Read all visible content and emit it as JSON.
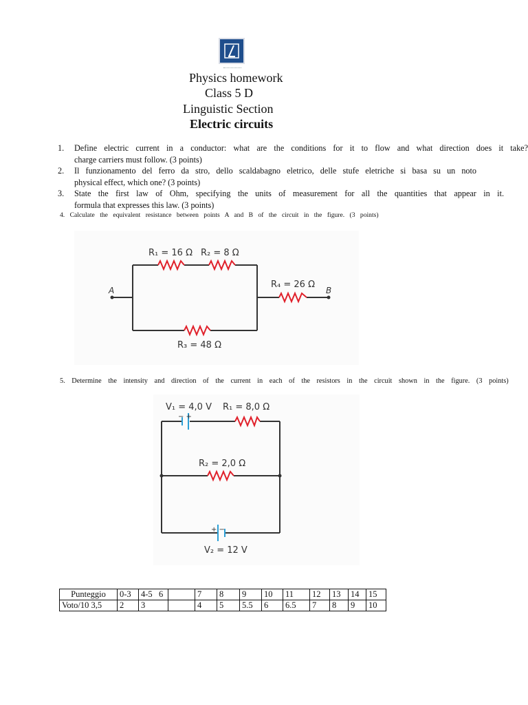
{
  "header": {
    "line1": "Physics homework",
    "line2": "Class 5 D",
    "line3": "Linguistic Section",
    "line4": "Electric circuits"
  },
  "questions": [
    {
      "num": "1.",
      "line1": "Define electric current in a conductor: what are the conditions for it to flow and what direction does it take?",
      "line2": "charge carriers must follow. (3 points)"
    },
    {
      "num": "2.",
      "line1": "Il funzionamento del ferro da stro, dello scaldabagno eletrico, delle stufe eletriche si basa su un noto",
      "line2": "physical effect, which one? (3 points)"
    },
    {
      "num": "3.",
      "line1": "State the first law of Ohm, specifying the units of measurement for all the quantities that appear in it.",
      "line2": "formula that expresses this law. (3 points)"
    }
  ],
  "q4": "4.  Calculate the equivalent resistance between points A and B of the circuit in the figure. (3 points)",
  "q5": "5.  Determine the intensity and direction of the current in each of the resistors in the circuit shown in the figure. (3 points)",
  "circuit1": {
    "r1": "R₁ = 16 Ω",
    "r2": "R₂ = 8 Ω",
    "r3": "R₃ = 48 Ω",
    "r4": "R₄ = 26 Ω",
    "node_a": "A",
    "node_b": "B"
  },
  "circuit2": {
    "v1": "V₁ = 4,0 V",
    "r1": "R₁ = 8,0 Ω",
    "r2": "R₂ = 2,0 Ω",
    "v2": "V₂ = 12 V",
    "v1_polarity": "− +",
    "v2_polarity": "+ −"
  },
  "grade_table": {
    "row1": [
      "Punteggio",
      "0-3",
      "4-5",
      "6",
      "",
      "7",
      "8",
      "9",
      "10",
      "11",
      "12",
      "13",
      "14",
      "15"
    ],
    "row2": [
      "Voto/10 3,5",
      "2",
      "3",
      "",
      "",
      "4",
      "5",
      "5.5",
      "6",
      "6.5",
      "7",
      "8",
      "9",
      "10"
    ]
  },
  "colors": {
    "logo": "#1f4e8c",
    "resistor": "#e0202a",
    "battery": "#2a9fd6",
    "wire": "#333333"
  }
}
